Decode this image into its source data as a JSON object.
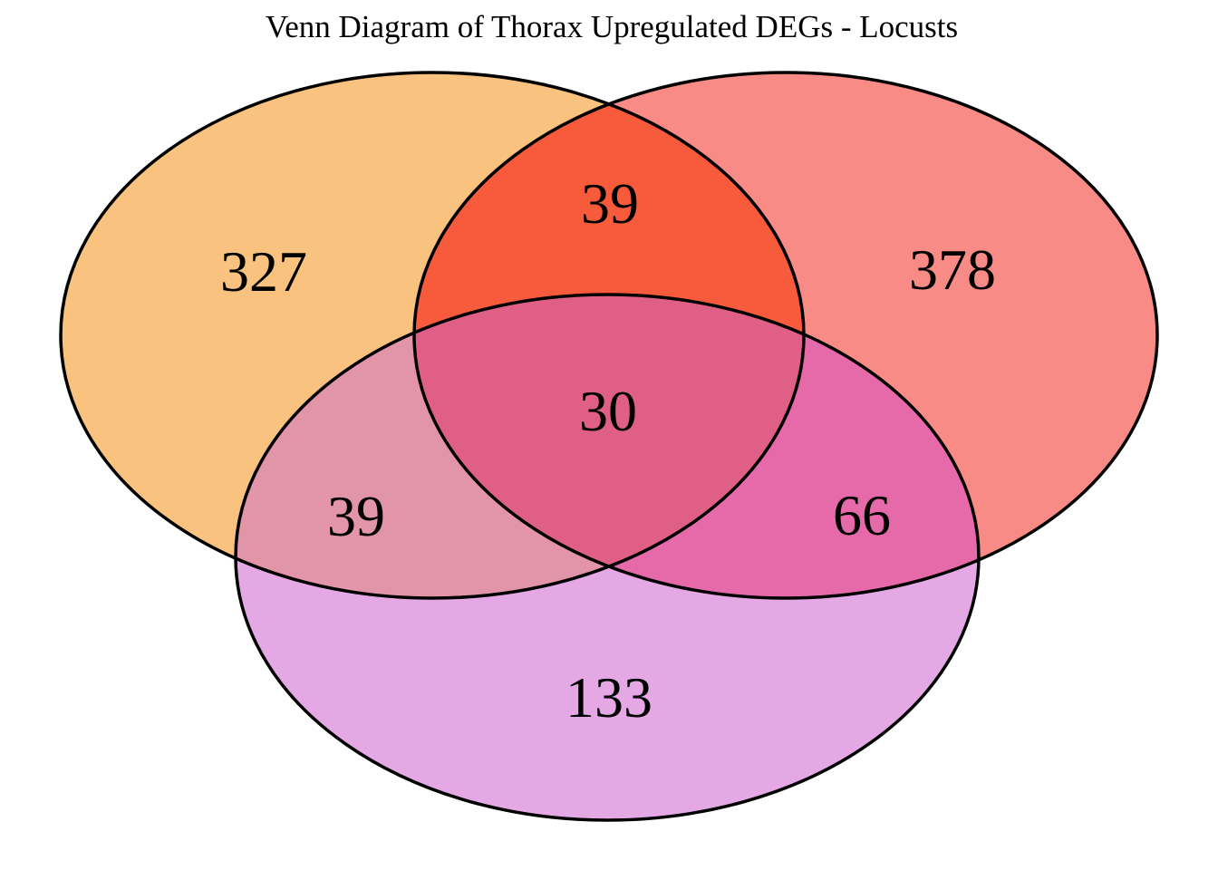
{
  "chart_data": {
    "type": "venn",
    "title": "Venn Diagram of Thorax Upregulated DEGs - Locusts",
    "background": "#FFFFFF",
    "outline_color": "#000000",
    "sets": [
      {
        "position": "top-left",
        "fill_color": "#F9C27E"
      },
      {
        "position": "top-right",
        "fill_color": "#F98B86"
      },
      {
        "position": "bottom",
        "fill_color": "#E4A9E5"
      }
    ],
    "regions": {
      "left_only": {
        "value": 327,
        "color": "#F9C27E"
      },
      "right_only": {
        "value": 378,
        "color": "#F98B86"
      },
      "bottom_only": {
        "value": 133,
        "color": "#E4A9E5"
      },
      "left_right": {
        "value": 39,
        "color": "#F75B3B"
      },
      "left_bottom": {
        "value": 39,
        "color": "#E294A8"
      },
      "right_bottom": {
        "value": 66,
        "color": "#E669A9"
      },
      "center": {
        "value": 30,
        "color": "#E05F87"
      }
    }
  }
}
